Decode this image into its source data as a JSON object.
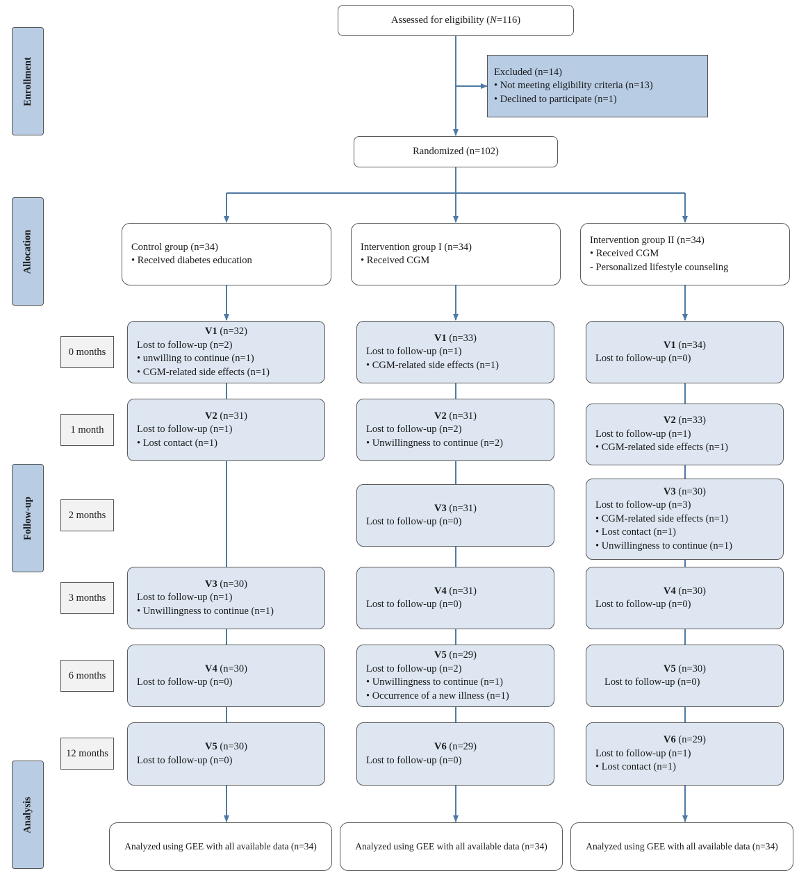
{
  "enrollment": {
    "assessed": "Assessed for eligibility (",
    "assessed_n": "N",
    "assessed_tail": "=116)",
    "excluded_title": "Excluded (n=14)",
    "excluded_items": [
      "• Not meeting eligibility criteria (n=13)",
      "• Declined to participate (n=1)"
    ],
    "randomized": "Randomized (n=102)"
  },
  "stages": [
    "Enrollment",
    "Allocation",
    "Follow-up",
    "Analysis"
  ],
  "timepoints": [
    "0 months",
    "1 month",
    "2 months",
    "3 months",
    "6 months",
    "12 months"
  ],
  "groups": [
    {
      "alloc": [
        "Control group (n=34)",
        "• Received diabetes education"
      ],
      "visits": [
        {
          "v": "V1",
          "n": " (n=32)",
          "lines": [
            "Lost to follow-up (n=2)",
            "• unwilling to continue (n=1)",
            "• CGM-related side effects (n=1)"
          ]
        },
        {
          "v": "V2",
          "n": " (n=31)",
          "lines": [
            "Lost to follow-up (n=1)",
            "• Lost contact (n=1)"
          ]
        },
        {
          "v": "V3",
          "n": " (n=30)",
          "lines": [
            "Lost to follow-up (n=1)",
            "• Unwillingness to continue (n=1)"
          ]
        },
        {
          "v": "V4",
          "n": " (n=30)",
          "lines": [
            "Lost to follow-up (n=0)"
          ]
        },
        {
          "v": "V5",
          "n": " (n=30)",
          "lines": [
            "Lost to follow-up (n=0)"
          ]
        }
      ],
      "analysis": "Analyzed using GEE with all available data (n=34)"
    },
    {
      "alloc": [
        "Intervention group I (n=34)",
        "• Received CGM"
      ],
      "visits": [
        {
          "v": "V1",
          "n": " (n=33)",
          "lines": [
            "Lost to follow-up (n=1)",
            "• CGM-related side effects (n=1)"
          ]
        },
        {
          "v": "V2",
          "n": " (n=31)",
          "lines": [
            "Lost to follow-up (n=2)",
            "• Unwillingness to continue (n=2)"
          ]
        },
        {
          "v": "V3",
          "n": " (n=31)",
          "lines": [
            "Lost to follow-up (n=0)"
          ]
        },
        {
          "v": "V4",
          "n": " (n=31)",
          "lines": [
            "Lost to follow-up (n=0)"
          ]
        },
        {
          "v": "V5",
          "n": " (n=29)",
          "lines": [
            "Lost to follow-up (n=2)",
            "• Unwillingness to continue (n=1)",
            "• Occurrence of a new illness (n=1)"
          ]
        },
        {
          "v": "V6",
          "n": " (n=29)",
          "lines": [
            "Lost to follow-up (n=0)"
          ]
        }
      ],
      "analysis": "Analyzed using GEE with all available data (n=34)"
    },
    {
      "alloc": [
        "Intervention group II (n=34)",
        "• Received CGM",
        "- Personalized lifestyle counseling"
      ],
      "visits": [
        {
          "v": "V1",
          "n": " (n=34)",
          "lines": [
            "Lost to follow-up (n=0)"
          ]
        },
        {
          "v": "V2",
          "n": " (n=33)",
          "lines": [
            "Lost to follow-up (n=1)",
            "• CGM-related side effects (n=1)"
          ]
        },
        {
          "v": "V3",
          "n": " (n=30)",
          "lines": [
            "Lost to follow-up (n=3)",
            "• CGM-related side effects (n=1)",
            "• Lost contact (n=1)",
            "• Unwillingness to continue (n=1)"
          ]
        },
        {
          "v": "V4",
          "n": " (n=30)",
          "lines": [
            "Lost to follow-up (n=0)"
          ]
        },
        {
          "v": "V5",
          "n": " (n=30)",
          "lines": [
            "Lost to follow-up (n=0)"
          ]
        },
        {
          "v": "V6",
          "n": " (n=29)",
          "lines": [
            "Lost to follow-up (n=1)",
            "• Lost contact (n=1)"
          ]
        }
      ],
      "analysis": "Analyzed using GEE with all available data (n=34)"
    }
  ],
  "colors": {
    "stage_fill": "#b8cce4",
    "visit_fill": "#dde6f1",
    "arrow": "#4f7aa6",
    "time_fill": "#f2f2f2"
  }
}
